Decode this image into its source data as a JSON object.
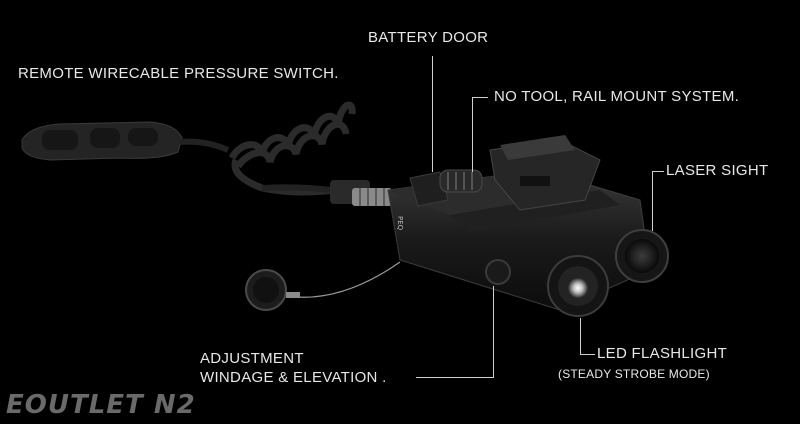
{
  "labels": {
    "battery_door": "BATTERY DOOR",
    "remote_switch": "REMOTE WIRECABLE PRESSURE SWITCH.",
    "rail_mount": "NO TOOL, RAIL MOUNT SYSTEM.",
    "laser_sight": "LASER SIGHT",
    "adjustment_line1": "ADJUSTMENT",
    "adjustment_line2": "WINDAGE & ELEVATION .",
    "led_flashlight": "LED FLASHLIGHT",
    "led_mode": "(STEADY STROBE MODE)"
  },
  "watermark": "EOUTLET N2",
  "colors": {
    "background": "#000000",
    "text": "#e8e8e8",
    "watermark": "#6a6a6a",
    "device": "#1c1c1c"
  }
}
